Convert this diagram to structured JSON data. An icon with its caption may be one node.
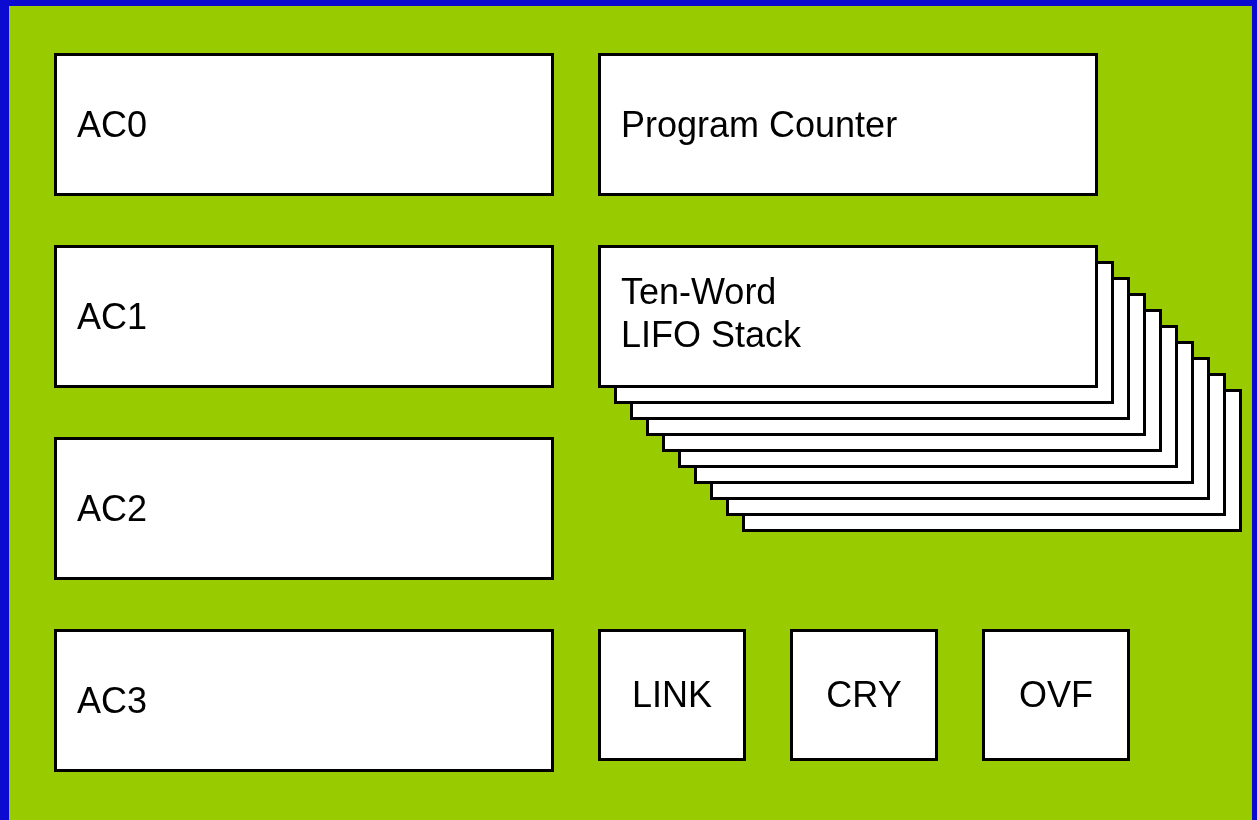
{
  "diagram": {
    "nodes": [
      {
        "text": [
          "AC0"
        ]
      },
      {
        "text": [
          "Program Counter"
        ]
      },
      {
        "text": [
          "AC1"
        ]
      },
      {
        "text": [
          "Ten-Word LIFO Stack"
        ]
      },
      {
        "text": [
          "AC2"
        ]
      },
      {
        "text": [
          "AC3"
        ]
      },
      {
        "text": [
          "LINK"
        ]
      },
      {
        "text": [
          "CRY"
        ]
      },
      {
        "text": [
          "OVF"
        ]
      }
    ]
  }
}
